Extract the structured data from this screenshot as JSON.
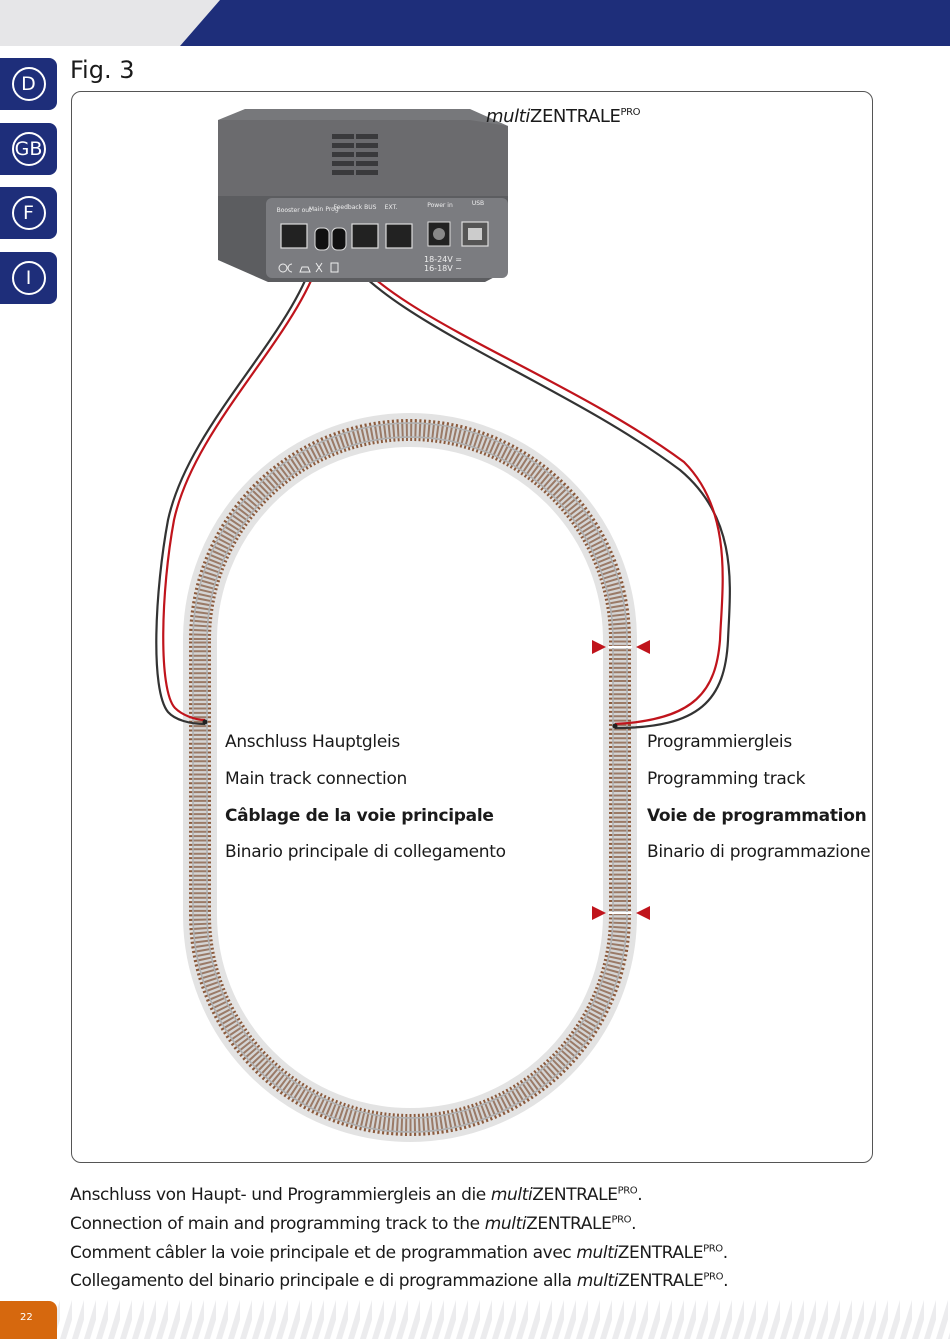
{
  "languages": [
    "D",
    "GB",
    "F",
    "I"
  ],
  "figure": {
    "title": "Fig. 3",
    "device": {
      "prefix": "multi",
      "name": "ZENTRALE",
      "sup": "PRO",
      "ports": {
        "booster": "Booster out",
        "main": "Main",
        "prog": "Prog",
        "feedback": "Feedback BUS",
        "ext": "EXT.",
        "power": "Power in",
        "usb": "USB",
        "voltage_dc": "18-24V =",
        "voltage_ac": "16-18V ~"
      }
    },
    "main_track_labels": [
      "Anschluss Hauptgleis",
      "Main track connection",
      "Câblage de la voie principale",
      "Binario principale di collegamento"
    ],
    "prog_track_labels": [
      "Programmiergleis",
      "Programming track",
      "Voie de programmation",
      "Binario di programmazione"
    ]
  },
  "caption": [
    {
      "pre": "Anschluss von Haupt- und Programmiergleis an die ",
      "it": "multi",
      "name": "ZENTRALE",
      "sup": "PRO",
      "end": "."
    },
    {
      "pre": "Connection of main and programming track to the ",
      "it": "multi",
      "name": "ZENTRALE",
      "sup": "PRO",
      "end": "."
    },
    {
      "pre": "Comment câbler la voie principale et de programmation avec ",
      "it": "multi",
      "name": "ZENTRALE",
      "sup": "PRO",
      "end": "."
    },
    {
      "pre": "Collegamento del binario principale e di programmazione alla ",
      "it": "multi",
      "name": "ZENTRALE",
      "sup": "PRO",
      "end": "."
    }
  ],
  "colors": {
    "brand_blue": "#1e2e7a",
    "accent_orange": "#d6680e",
    "wire_red": "#c0141c",
    "wire_black": "#333333",
    "track_brown": "#8b5a3c",
    "device_gray": "#6b6b6e"
  },
  "page_number": "22"
}
